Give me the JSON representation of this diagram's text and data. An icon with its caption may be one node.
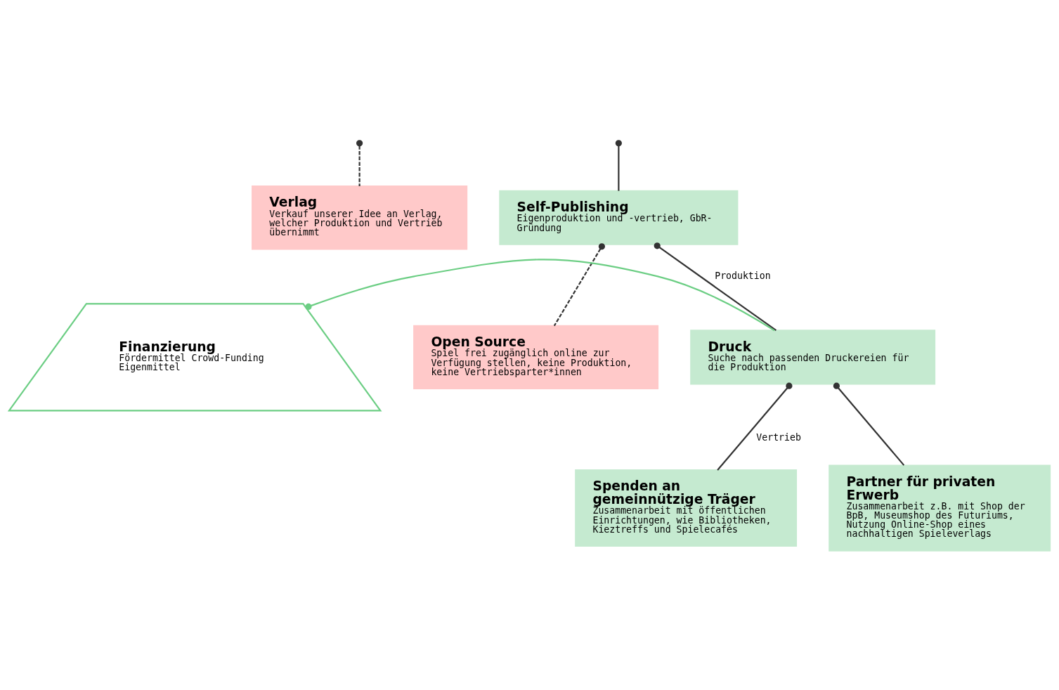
{
  "diagram": {
    "nodes": [
      {
        "text": [
          "Verlag",
          "Verkauf unserer Idee an Verlag, welcher Produktion und Vertrieb übernimmt"
        ]
      },
      {
        "text": [
          "Self-Publishing",
          "Eigenproduktion und -vertrieb, GbR-Gründung"
        ]
      },
      {
        "text": [
          "Open Source",
          "Spiel frei zugänglich online zur Verfügung stellen, keine Produktion, keine Vertriebsparter*innen"
        ]
      },
      {
        "text": [
          "Finanzierung",
          "Fördermittel Crowd-Funding Eigenmittel"
        ]
      },
      {
        "text": [
          "Druck",
          "Suche nach passenden Druckereien für die Produktion"
        ]
      },
      {
        "text": [
          "Spenden an gemeinnützige Träger",
          "Zusammenarbeit mit öffentlichen Einrichtungen, wie Bibliotheken, Kieztreffs und Spielecafés"
        ]
      },
      {
        "text": [
          "Partner für privaten Erwerb",
          "Zusammenarbeit z.B. mit Shop der BpB, Museumshop des Futuriums, Nutzung Online-Shop eines nachhaltigen Spieleverlags"
        ]
      }
    ],
    "edges": [
      {
        "from": null,
        "to": 0,
        "arrow": "other",
        "style": "dashed"
      },
      {
        "from": null,
        "to": 1,
        "arrow": "other"
      },
      {
        "from": 1,
        "to": 4,
        "arrow": "other",
        "label": "Produktion"
      },
      {
        "from": 1,
        "to": 2,
        "arrow": "other",
        "style": "dashed"
      },
      {
        "from": 3,
        "to": 4,
        "arrow": "other",
        "color": "#6cce84"
      },
      {
        "from": 4,
        "to": 5,
        "arrow": "other",
        "label": "Vertrieb"
      },
      {
        "from": 4,
        "to": 6,
        "arrow": "other"
      }
    ]
  }
}
